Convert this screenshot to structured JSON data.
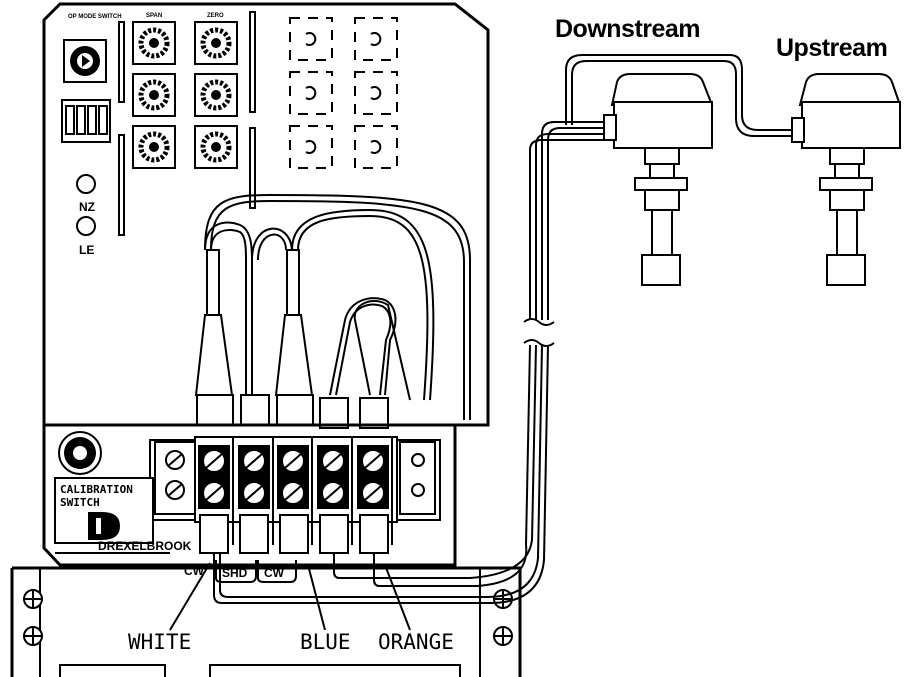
{
  "diagram": {
    "sensor_labels": {
      "downstream": "Downstream",
      "upstream": "Upstream"
    },
    "wire_labels": {
      "white": "WHITE",
      "blue": "BLUE",
      "orange": "ORANGE"
    },
    "terminal_labels": {
      "cw_left": "CW",
      "shd": "SHD",
      "cw_right": "CW"
    },
    "board_labels": {
      "op_mode_switch": "OP MODE SWITCH",
      "span": "SPAN",
      "zero": "ZERO",
      "nz": "NZ",
      "le": "LE",
      "calibration_line1": "CALIBRATION",
      "calibration_line2": "SWITCH",
      "brand": "DREXELBROOK"
    }
  }
}
